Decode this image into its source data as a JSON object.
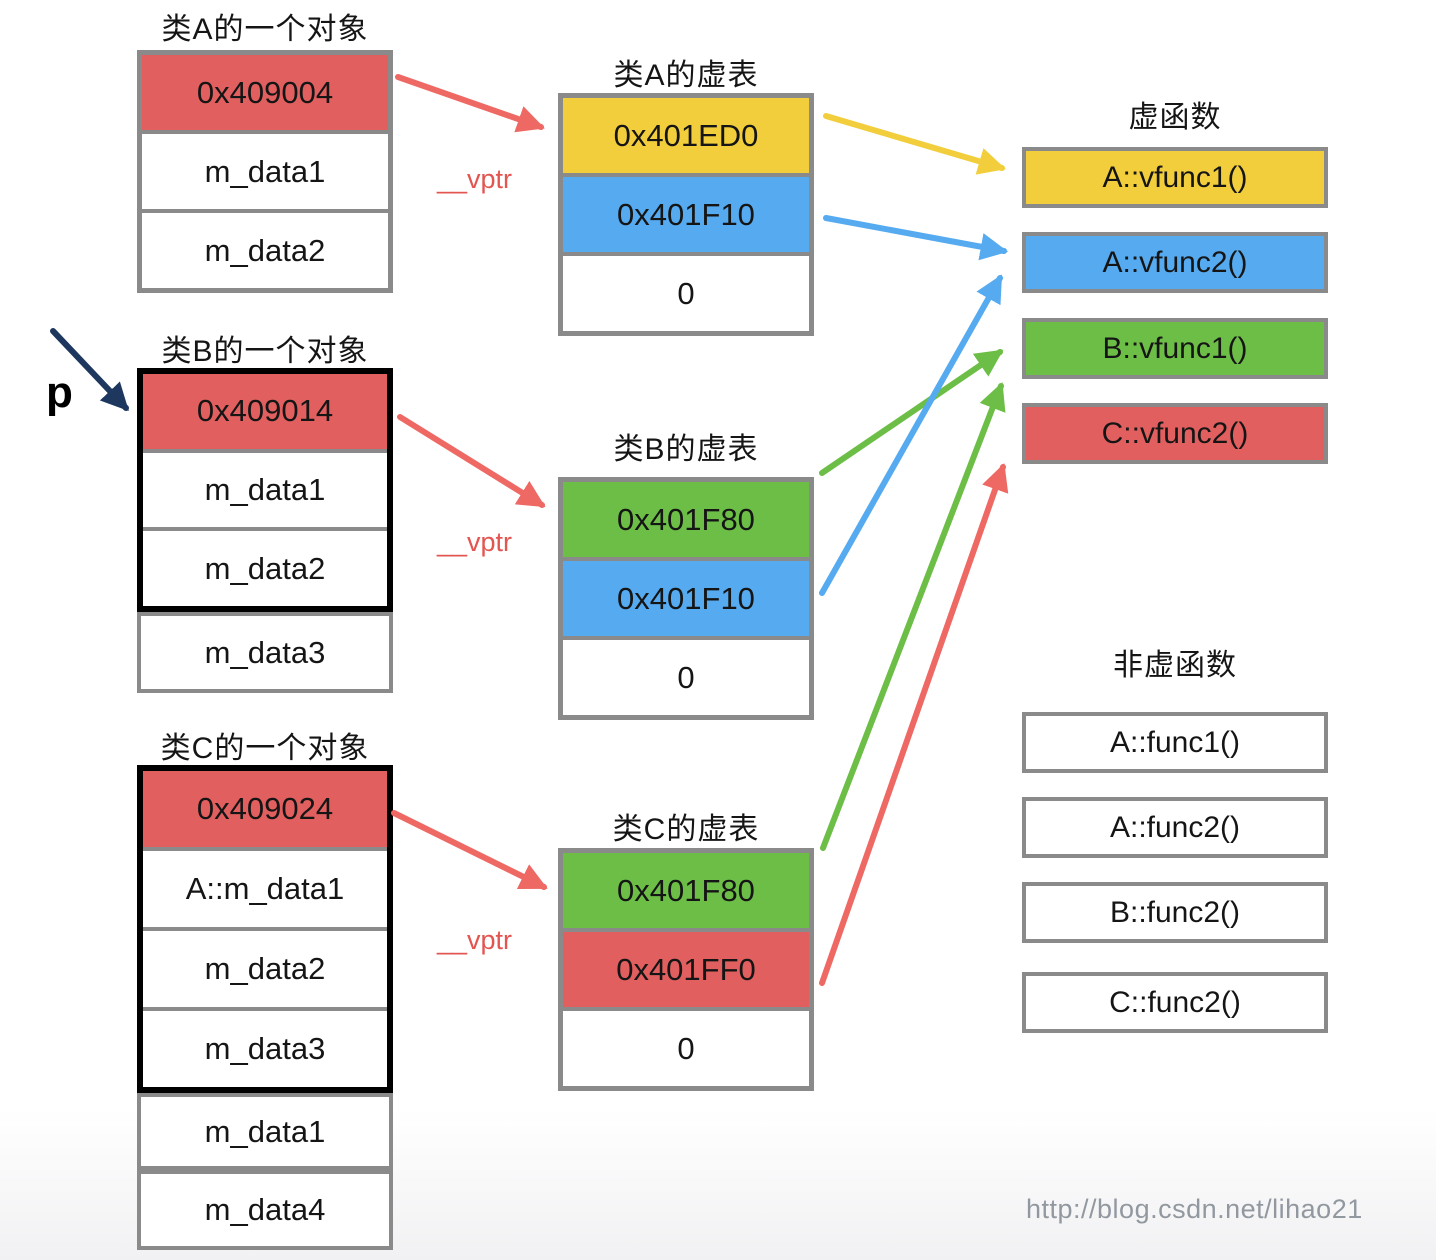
{
  "colors": {
    "red": "#E15F5F",
    "yellow": "#F2CE3C",
    "blue": "#55AAF0",
    "green": "#6CBE46",
    "white": "#FFFFFF",
    "border_gray": "#8A8A8A",
    "border_black": "#000000",
    "arrow_red": "#EE6964",
    "arrow_yellow": "#F2CE3C",
    "arrow_blue": "#55AAF0",
    "arrow_green": "#6CBE46",
    "arrow_navy": "#1E375F",
    "vptr_red": "#E25550",
    "watermark_gray": "#9198A0"
  },
  "objects": {
    "a": {
      "title": "类A的一个对象",
      "cells": [
        {
          "label": "0x409004",
          "color": "#E15F5F"
        },
        {
          "label": "m_data1",
          "color": "#FFFFFF"
        },
        {
          "label": "m_data2",
          "color": "#FFFFFF"
        }
      ]
    },
    "b": {
      "title": "类B的一个对象",
      "boxed": [
        {
          "label": "0x409014",
          "color": "#E15F5F"
        },
        {
          "label": "m_data1",
          "color": "#FFFFFF"
        },
        {
          "label": "m_data2",
          "color": "#FFFFFF"
        }
      ],
      "outside": [
        {
          "label": "m_data3",
          "color": "#FFFFFF"
        }
      ]
    },
    "c": {
      "title": "类C的一个对象",
      "boxed": [
        {
          "label": "0x409024",
          "color": "#E15F5F"
        },
        {
          "label": "A::m_data1",
          "color": "#FFFFFF"
        },
        {
          "label": "m_data2",
          "color": "#FFFFFF"
        },
        {
          "label": "m_data3",
          "color": "#FFFFFF"
        }
      ],
      "outside": [
        {
          "label": "m_data1",
          "color": "#FFFFFF"
        },
        {
          "label": "m_data4",
          "color": "#FFFFFF"
        }
      ]
    }
  },
  "vtables": {
    "a": {
      "title": "类A的虚表",
      "cells": [
        {
          "label": "0x401ED0",
          "color": "#F2CE3C"
        },
        {
          "label": "0x401F10",
          "color": "#55AAF0"
        },
        {
          "label": "0",
          "color": "#FFFFFF"
        }
      ]
    },
    "b": {
      "title": "类B的虚表",
      "cells": [
        {
          "label": "0x401F80",
          "color": "#6CBE46"
        },
        {
          "label": "0x401F10",
          "color": "#55AAF0"
        },
        {
          "label": "0",
          "color": "#FFFFFF"
        }
      ]
    },
    "c": {
      "title": "类C的虚表",
      "cells": [
        {
          "label": "0x401F80",
          "color": "#6CBE46"
        },
        {
          "label": "0x401FF0",
          "color": "#E15F5F"
        },
        {
          "label": "0",
          "color": "#FFFFFF"
        }
      ]
    }
  },
  "virtual_functions": {
    "title": "虚函数",
    "items": [
      {
        "label": "A::vfunc1()",
        "color": "#F2CE3C"
      },
      {
        "label": "A::vfunc2()",
        "color": "#55AAF0"
      },
      {
        "label": "B::vfunc1()",
        "color": "#6CBE46"
      },
      {
        "label": "C::vfunc2()",
        "color": "#E15F5F"
      }
    ]
  },
  "non_virtual_functions": {
    "title": "非虚函数",
    "items": [
      {
        "label": "A::func1()",
        "color": "#FFFFFF"
      },
      {
        "label": "A::func2()",
        "color": "#FFFFFF"
      },
      {
        "label": "B::func2()",
        "color": "#FFFFFF"
      },
      {
        "label": "C::func2()",
        "color": "#FFFFFF"
      }
    ]
  },
  "labels": {
    "pointer": "p",
    "vptr": "__vptr"
  },
  "watermark": {
    "text": "http://blog.csdn.net/lihao21"
  }
}
